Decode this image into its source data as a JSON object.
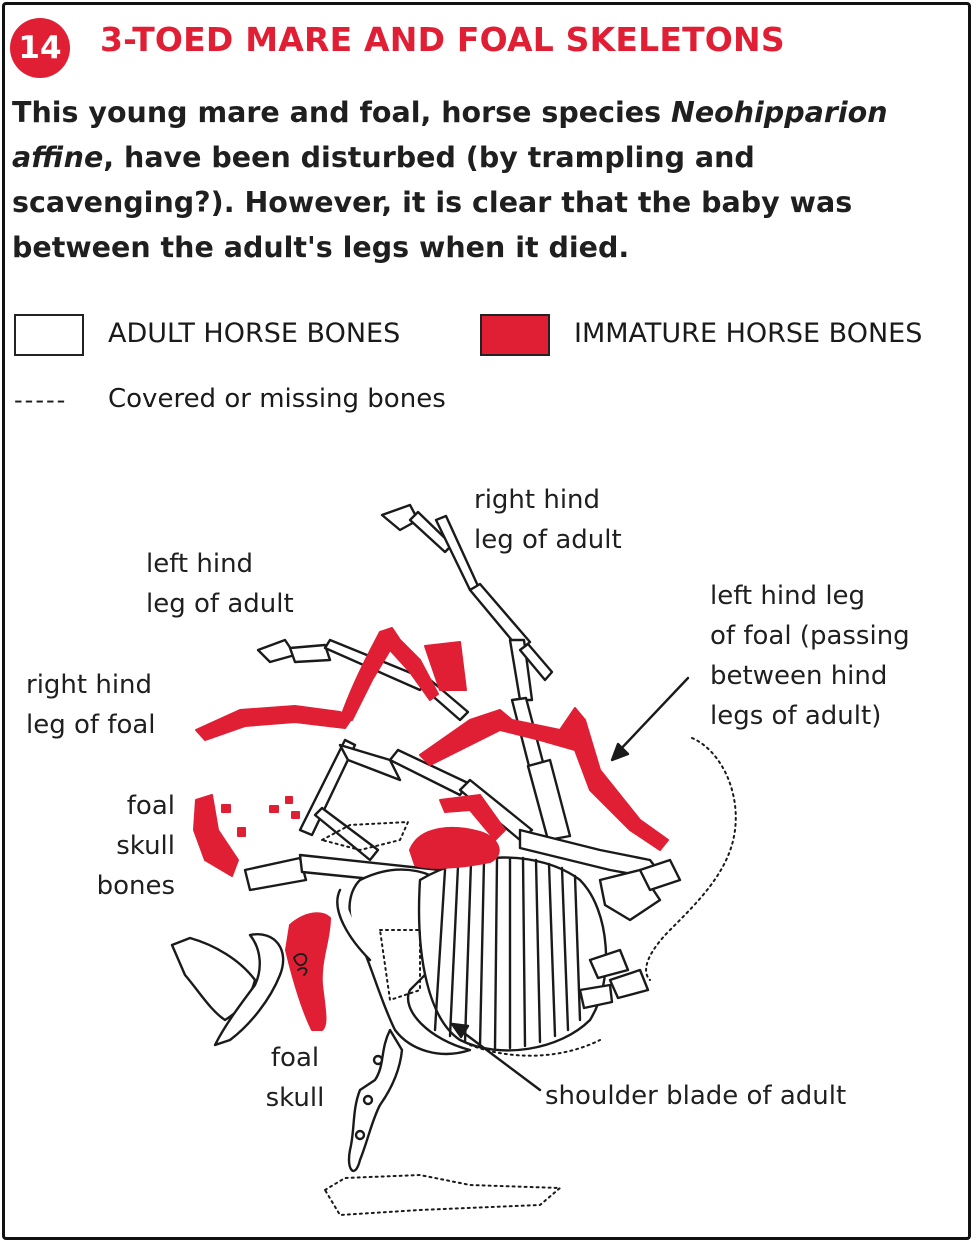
{
  "header": {
    "number": "14",
    "title": "3-TOED MARE AND FOAL SKELETONS"
  },
  "intro": {
    "before": "This young mare and foal, horse species ",
    "species": "Neohipparion affine",
    "after": ", have been disturbed (by trampling and scavenging?). However, it is clear that the baby was between the adult's legs when it died."
  },
  "legend": {
    "adult": "ADULT HORSE BONES",
    "immature": "IMMATURE HORSE BONES",
    "dashes": "-----",
    "missing": "Covered or missing bones"
  },
  "colors": {
    "immature": "#e01f35",
    "adult": "#ffffff",
    "outline": "#1a1a1a"
  },
  "labels": {
    "right_hind_adult": [
      "right hind",
      "leg of adult"
    ],
    "left_hind_adult": [
      "left hind",
      "leg of adult"
    ],
    "left_hind_foal": [
      "left hind leg",
      "of foal (passing",
      "between hind",
      "legs of adult)"
    ],
    "right_hind_foal": [
      "right hind",
      "leg of foal"
    ],
    "foal_skull_bones": [
      "foal",
      "skull",
      "bones"
    ],
    "foal_skull": [
      "foal",
      "skull"
    ],
    "shoulder_blade": [
      "shoulder blade of adult"
    ]
  }
}
